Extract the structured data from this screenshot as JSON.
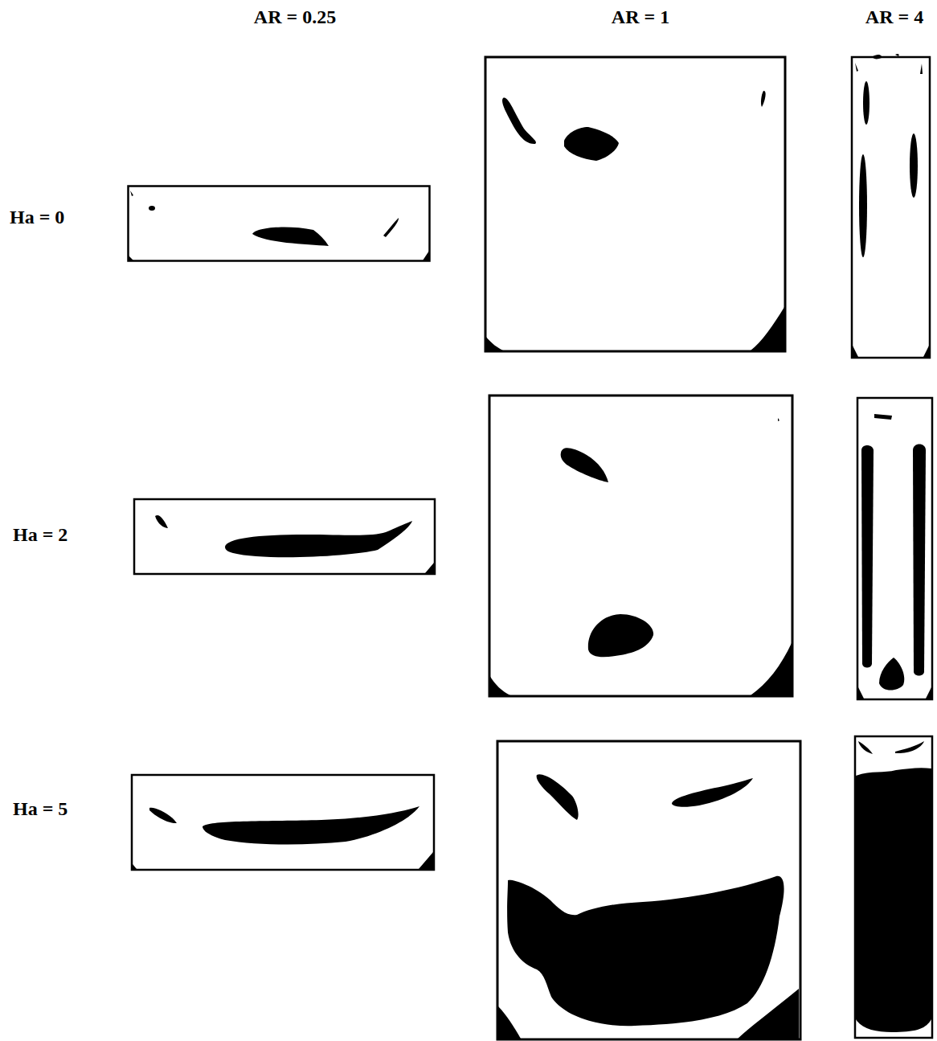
{
  "diagram": {
    "labels": [
      "AR = 0.25",
      "AR = 1",
      "AR = 4",
      "Ha = 0",
      "Ha = 2",
      "Ha = 5"
    ]
  }
}
